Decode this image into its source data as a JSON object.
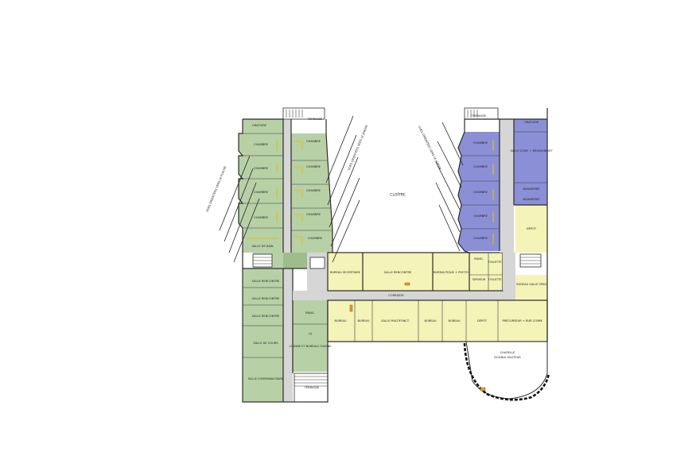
{
  "labels": {
    "oratoire_left": "ORATOIRE",
    "terrasse_top_left": "TERRASSE",
    "chambre": "CHAMBRE",
    "salle_de_bain": "SALLE DE BAIN",
    "salle_rencontre": "SALLE RENCONTRE",
    "salle_de_cours": "SALLE DE COURS",
    "salle_communautaire": "SALLE COMMUNAUTAIRE",
    "terrasse_bottom": "TERRASSE",
    "rang": "RANG.",
    "lift": "L/J",
    "cuisine": "CUISINE ET BUREAU/ CUISINE",
    "bureau_secretaire": "BUREAU SECRÉTAIRE",
    "salle_rencontre_center": "SALLE RENCONTRE",
    "bureautique": "BUREAUTIQUE + PHOTO",
    "corridor": "CORRIDOR",
    "bureau": "BUREAU",
    "salle_multifonct": "SALLE MULTIFONCT.",
    "depot": "DÉPÔT",
    "precurseur": "PRÉCURSEUR + BUR COMM.",
    "chapelle": "CHAPELLE",
    "double_hauteur": "DOUBLE HAUTEUR",
    "cloitre": "CLOÎTRE",
    "terrasse_right": "TERRASSE",
    "oratoire_right": "ORATOIRE",
    "salle_conf": "SALLE CONF. + RÉUNIONNIST",
    "buanderie": "BUANDERIE",
    "depot_right": "DÉPÔT",
    "bureau_salle_ordi": "BUREAU SALLE ORDI",
    "toilette": "TOILETTE",
    "serveur": "SERVEUR",
    "vues_left": "VUES ORIENTÉES VERS LE FLEUVE",
    "vues_mid": "VUES ORIENTÉES VERS LE JARDIN",
    "vues_right": "VUES ORIENTÉES VERS LE JARDIN"
  },
  "colors": {
    "residence": "#b8d0a6",
    "private": "#8b8fd6",
    "administration": "#f4f3b8",
    "circulation": "#d6d6d6"
  }
}
